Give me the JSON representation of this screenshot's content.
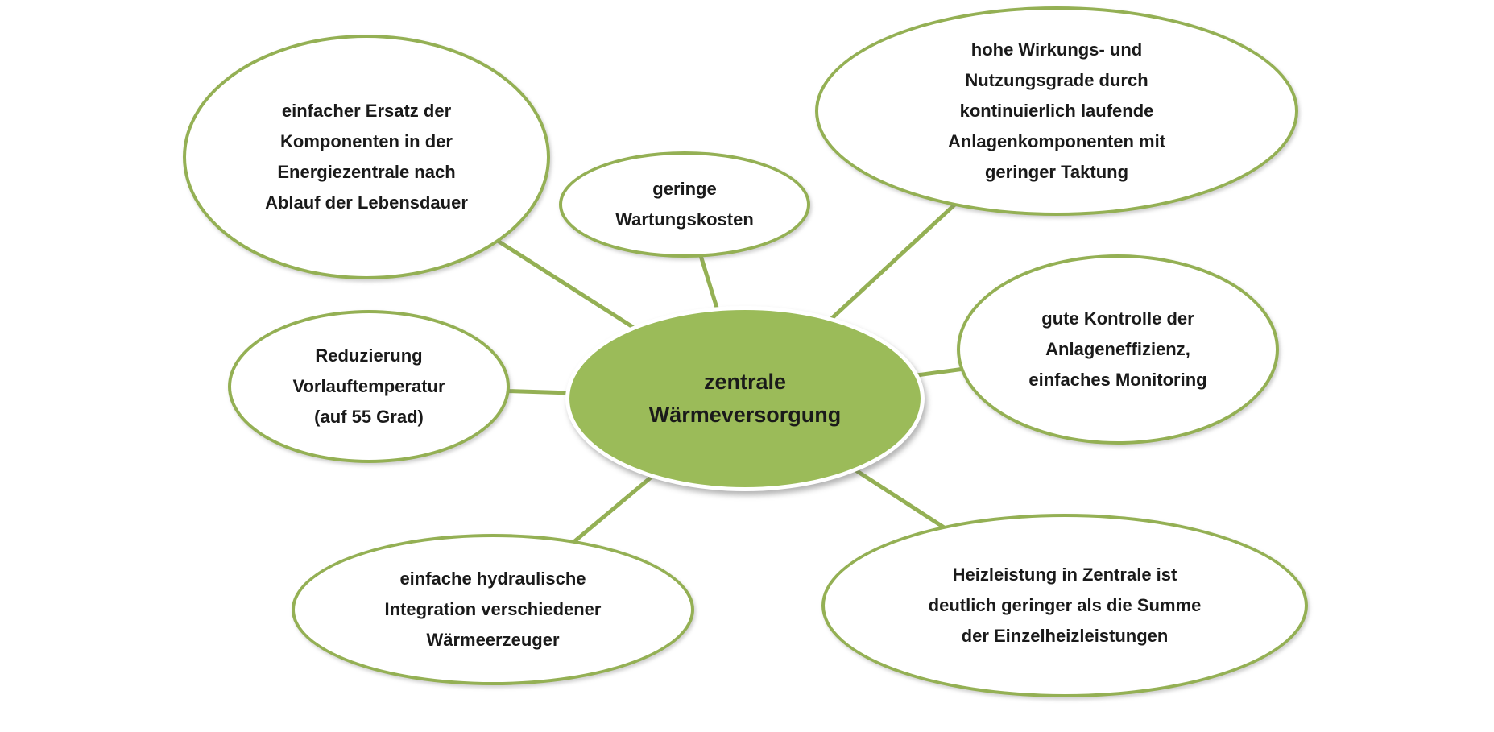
{
  "diagram": {
    "title": "zentrale Wärmeversorgung Mindmap",
    "colors": {
      "background": "#ffffff",
      "line_stroke": "#94b054",
      "ellipse_stroke": "#94b054",
      "center_fill": "#9bbb59",
      "text": "#1a1a1a"
    },
    "center": {
      "id": "central",
      "text": "zentrale\nWärmeversorgung"
    },
    "nodes": [
      {
        "id": "component-replacement",
        "text": "einfacher Ersatz der\nKomponenten in der\nEnergiezentrale nach\nAblauf der Lebensdauer"
      },
      {
        "id": "maintenance-costs",
        "text": "geringe\nWartungskosten"
      },
      {
        "id": "efficiency-grades",
        "text": "hohe Wirkungs- und\nNutzungsgrade durch\nkontinuierlich laufende\nAnlagenkomponenten mit\ngeringer Taktung"
      },
      {
        "id": "flow-temperature",
        "text": "Reduzierung\nVorlauftemperatur\n(auf 55 Grad)"
      },
      {
        "id": "plant-monitoring",
        "text": "gute Kontrolle der\nAnlageneffizienz,\neinfaches Monitoring"
      },
      {
        "id": "hydraulic-integration",
        "text": "einfache hydraulische\nIntegration verschiedener\nWärmeerzeuger"
      },
      {
        "id": "heating-capacity",
        "text": "Heizleistung in Zentrale ist\ndeutlich geringer als die Summe\nder Einzelheizleistungen"
      }
    ]
  }
}
